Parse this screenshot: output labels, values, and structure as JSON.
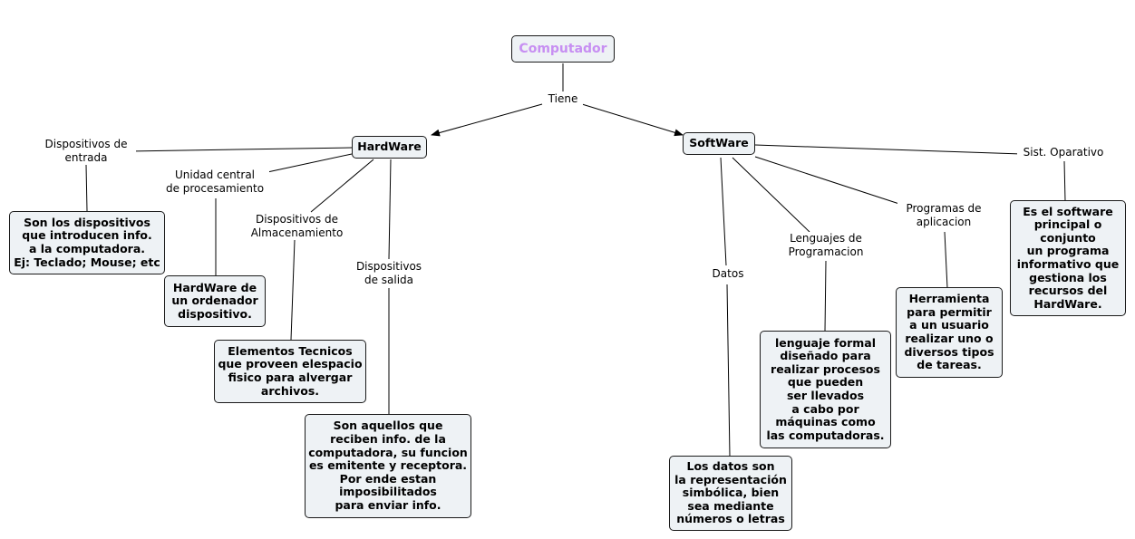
{
  "map": {
    "root": "Computador",
    "root_link": "Tiene",
    "hardware": {
      "title": "HardWare",
      "links": {
        "entrada": "Dispositivos de\nentrada",
        "cpu": "Unidad central\nde procesamiento",
        "almacenamiento": "Dispositivos de\nAlmacenamiento",
        "salida": "Dispositivos\nde salida"
      },
      "concepts": {
        "entrada": "Son los dispositivos\nque introducen info.\na la computadora.\nEj: Teclado; Mouse; etc",
        "cpu": "HardWare de\nun ordenador\ndispositivo.",
        "almacenamiento": "Elementos Tecnicos\nque proveen elespacio\nfisico para alvergar\narchivos.",
        "salida": "Son aquellos que\nreciben info. de la\ncomputadora, su funcion\nes emitente y receptora.\nPor ende estan\nimposibilitados\npara enviar info."
      }
    },
    "software": {
      "title": "SoftWare",
      "links": {
        "datos": "Datos",
        "lenguajes": "Lenguajes de\nProgramacion",
        "programas": "Programas de\naplicacion",
        "sistema": "Sist. Oparativo"
      },
      "concepts": {
        "datos": "Los datos son\nla representación\nsimbólica, bien\nsea mediante\nnúmeros o letras",
        "lenguajes": "lenguaje formal\ndiseñado para\nrealizar procesos\nque pueden\nser llevados\na cabo por\nmáquinas como\nlas computadoras.",
        "programas": "Herramienta\npara permitir\na un usuario\nrealizar uno o\ndiversos tipos\nde tareas.",
        "sistema": "Es el software\nprincipal o\nconjunto\nun programa\ninformativo que\ngestiona los\nrecursos del\nHardWare."
      }
    },
    "colors": {
      "node_fill": "#eef2f5",
      "node_border": "#1a1a1a",
      "root_text": "#c78ff2",
      "connector": "#000000"
    }
  }
}
